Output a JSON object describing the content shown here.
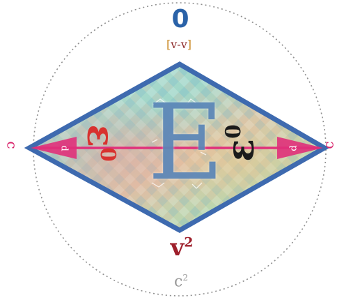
{
  "labels": {
    "top": "0",
    "bracket_open": "[",
    "bracket_inner": "v-v",
    "bracket_close": "]",
    "bottom_base": "v",
    "bottom_exp": "2",
    "circle_base": "c",
    "circle_exp": "2",
    "center": "E",
    "left_base": "ε",
    "left_sub": "0",
    "right_base": "ε",
    "right_sub": "0",
    "left_edge": "c",
    "right_edge": "c",
    "left_tip": "d",
    "right_tip": "d"
  },
  "colors": {
    "diamond_border": "#3e6aaf",
    "axis_line": "#e0307a",
    "circle": "#8f8f8f",
    "top_zero": "#2a62a8",
    "bottom_v": "#9e1f2b",
    "left_eps": "#d8322f",
    "right_eps": "#1b1b1b"
  }
}
